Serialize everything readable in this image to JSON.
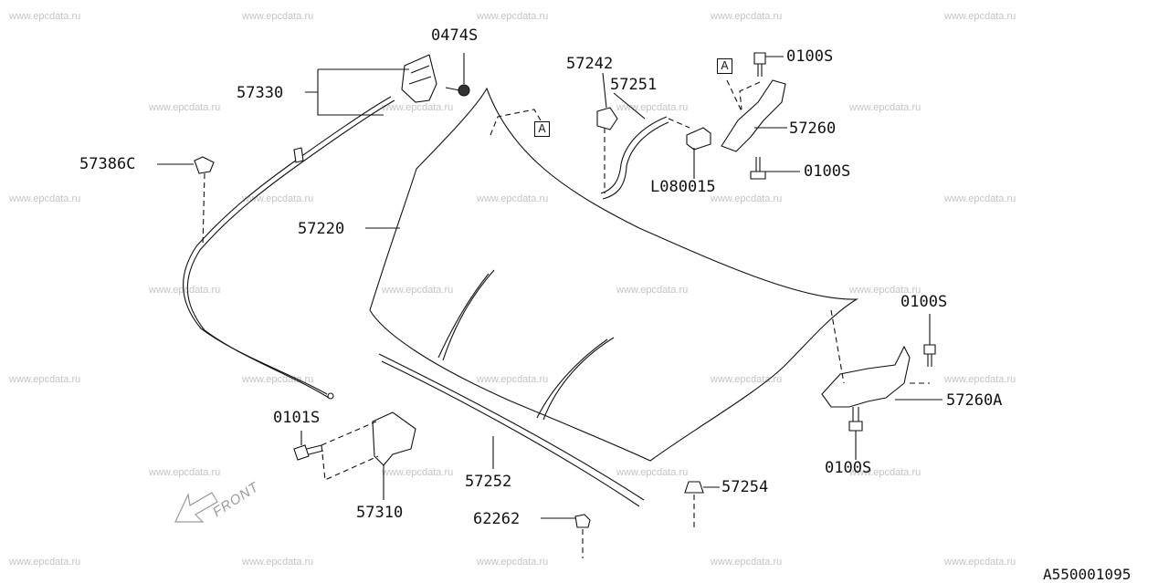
{
  "watermark": "www.epcdata.ru",
  "diagram_code": "A550001095",
  "front_label": "FRONT",
  "ref_marker": "A",
  "parts": {
    "p0474S": "0474S",
    "p57330": "57330",
    "p57242": "57242",
    "p57251": "57251",
    "p0100S_top": "0100S",
    "p57260": "57260",
    "p57386C": "57386C",
    "pL080015": "L080015",
    "p0100S_mid": "0100S",
    "p57220": "57220",
    "p0100S_right": "0100S",
    "p57260A": "57260A",
    "p0101S": "0101S",
    "p0100S_low": "0100S",
    "p57252": "57252",
    "p57254": "57254",
    "p57310": "57310",
    "p62262": "62262"
  }
}
